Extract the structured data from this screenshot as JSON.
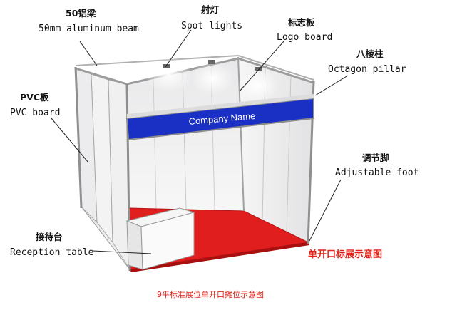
{
  "labels": {
    "beam": {
      "cn": "50铝梁",
      "en": "50mm aluminum beam"
    },
    "spot": {
      "cn": "射灯",
      "en": "Spot lights"
    },
    "logo": {
      "cn": "标志板",
      "en": "Logo board"
    },
    "pillar": {
      "cn": "八棱柱",
      "en": "Octagon pillar"
    },
    "pvc": {
      "cn": "PVC板",
      "en": "PVC board"
    },
    "foot": {
      "cn": "调节脚",
      "en": "Adjustable foot"
    },
    "table": {
      "cn": "接待台",
      "en": "Reception table"
    }
  },
  "fascia_text": "Company  Name",
  "caption_right": "单开口标展示意图",
  "caption_bottom": "9平标准展位单开口摊位示意图",
  "colors": {
    "floor": "#e01e1e",
    "fascia": "#1a2fc4",
    "panel": "#f2f2f2",
    "caption": "#e2231a"
  }
}
